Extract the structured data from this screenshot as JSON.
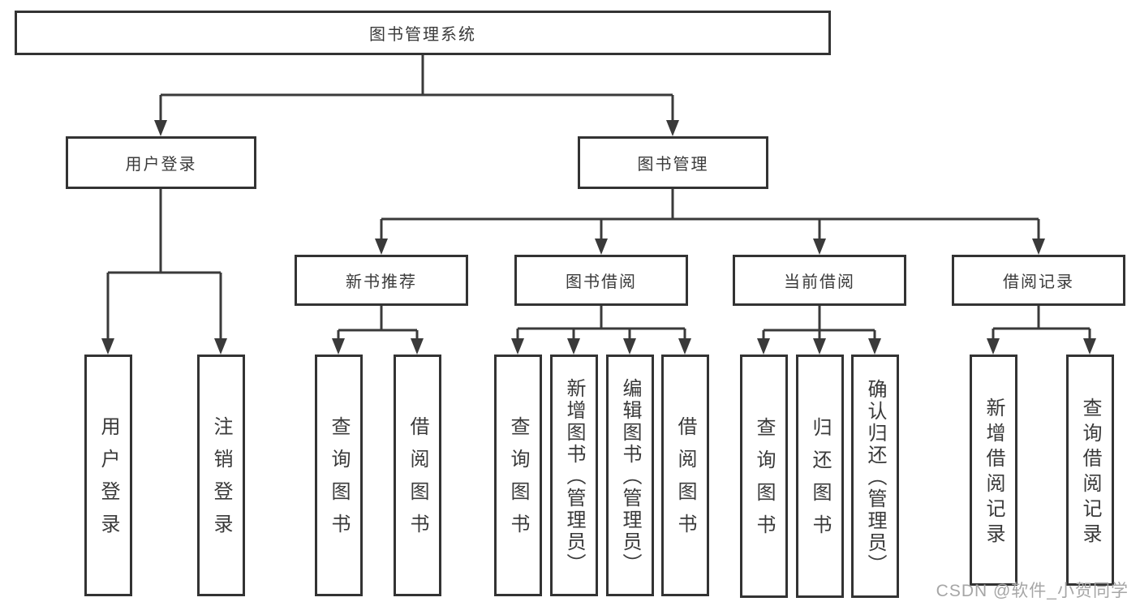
{
  "tree": {
    "label": "图书管理系统",
    "children": [
      {
        "label": "用户登录",
        "children": [
          {
            "label": "用户登录"
          },
          {
            "label": "注销登录"
          }
        ]
      },
      {
        "label": "图书管理",
        "children": [
          {
            "label": "新书推荐",
            "children": [
              {
                "label": "查询图书"
              },
              {
                "label": "借阅图书"
              }
            ]
          },
          {
            "label": "图书借阅",
            "children": [
              {
                "label": "查询图书"
              },
              {
                "label": "新增图书（管理员）"
              },
              {
                "label": "编辑图书（管理员）"
              },
              {
                "label": "借阅图书"
              }
            ]
          },
          {
            "label": "当前借阅",
            "children": [
              {
                "label": "查询图书"
              },
              {
                "label": "归还图书"
              },
              {
                "label": "确认归还（管理员）"
              }
            ]
          },
          {
            "label": "借阅记录",
            "children": [
              {
                "label": "新增借阅记录"
              },
              {
                "label": "查询借阅记录"
              }
            ]
          }
        ]
      }
    ]
  },
  "watermark": {
    "text": "CSDN @软件_小贺同学"
  },
  "colors": {
    "line": "#3a3a3a",
    "border": "#333333",
    "background": "#ffffff",
    "text": "#3a3a3a",
    "watermark": "#a6a6a6"
  }
}
